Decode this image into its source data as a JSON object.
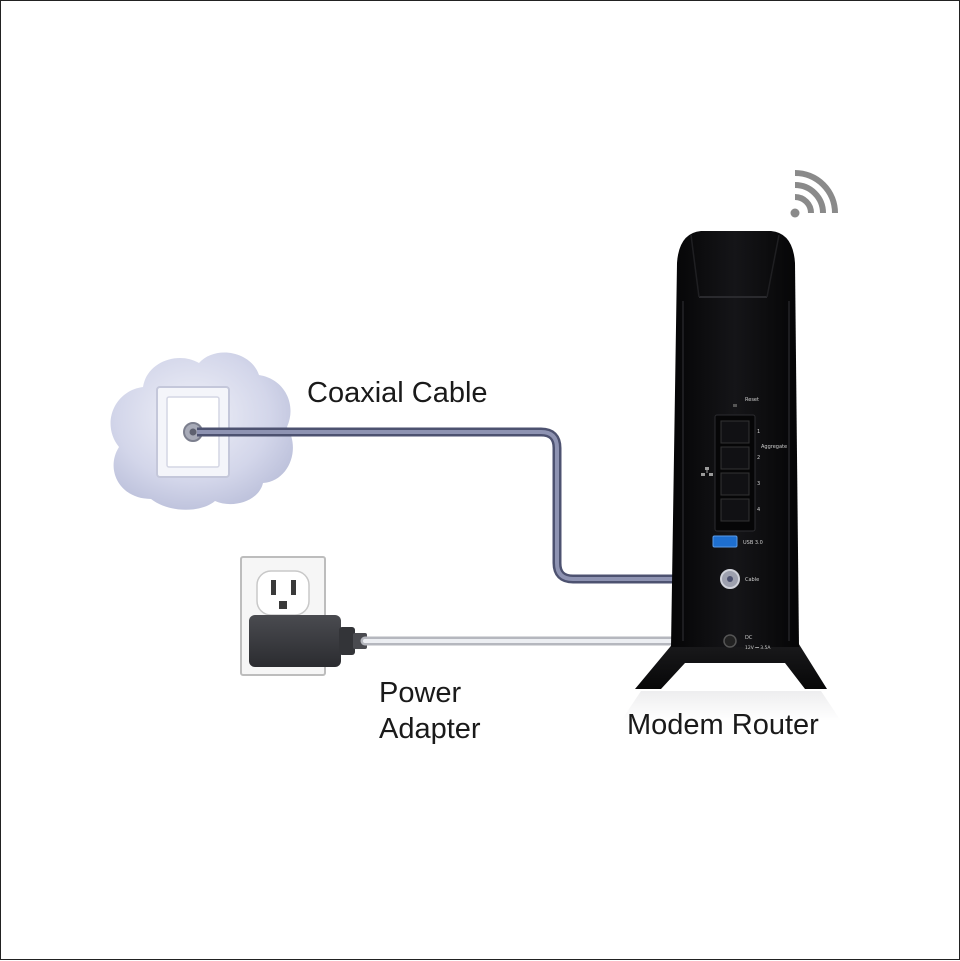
{
  "labels": {
    "coaxial_cable": "Coaxial Cable",
    "power_adapter_line1": "Power",
    "power_adapter_line2": "Adapter",
    "modem_router": "Modem Router"
  },
  "router_port_labels": {
    "reset": "Reset",
    "aggregate": "Aggregate",
    "lan_1": "1",
    "lan_2": "2",
    "lan_3": "3",
    "lan_4": "4",
    "usb": "USB 3.0",
    "cable": "Cable",
    "dc": "DC",
    "dc_rating": "12V ⎓ 3.5A"
  },
  "icons": {
    "wifi": "wifi-icon",
    "ethernet": "ethernet-icon",
    "cloud": "cloud-icon",
    "wall_coax_jack": "coax-wall-jack-icon",
    "wall_outlet": "power-outlet-icon"
  },
  "colors": {
    "coax_cable": "#6a7090",
    "power_cable": "#d4d6dc",
    "router_body": "#0d0d0f",
    "cloud": "#c9cde4",
    "wifi": "#8a8a8a"
  }
}
